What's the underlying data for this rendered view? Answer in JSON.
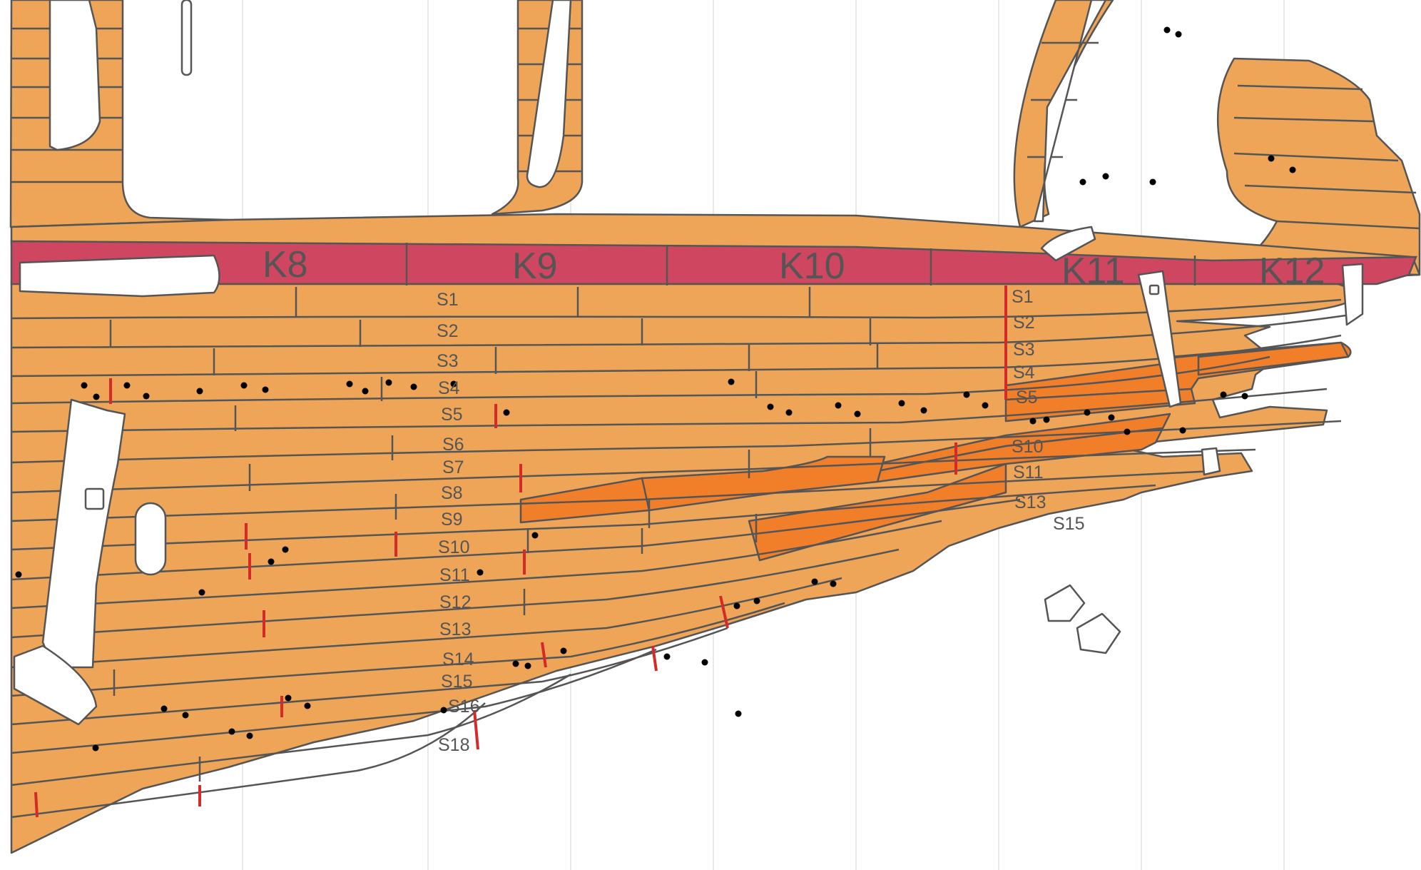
{
  "colors": {
    "plank": "#EEA557",
    "highlight": "#F17F2A",
    "keel": "#CF4660",
    "joint": "#D42A2A",
    "outline": "#555555",
    "keel_label": "#555555",
    "strake_label": "#555555"
  },
  "keel_labels": [
    "K8",
    "K9",
    "K10",
    "K11",
    "K12"
  ],
  "strake_labels_left": [
    "S1",
    "S2",
    "S3",
    "S4",
    "S5",
    "S6",
    "S7",
    "S8",
    "S9",
    "S10",
    "S11",
    "S12",
    "S13",
    "S14",
    "S15",
    "S16",
    "S18"
  ],
  "strake_labels_right": [
    "S1",
    "S2",
    "S3",
    "S4",
    "S5",
    "S10",
    "S11",
    "S13",
    "S15"
  ]
}
